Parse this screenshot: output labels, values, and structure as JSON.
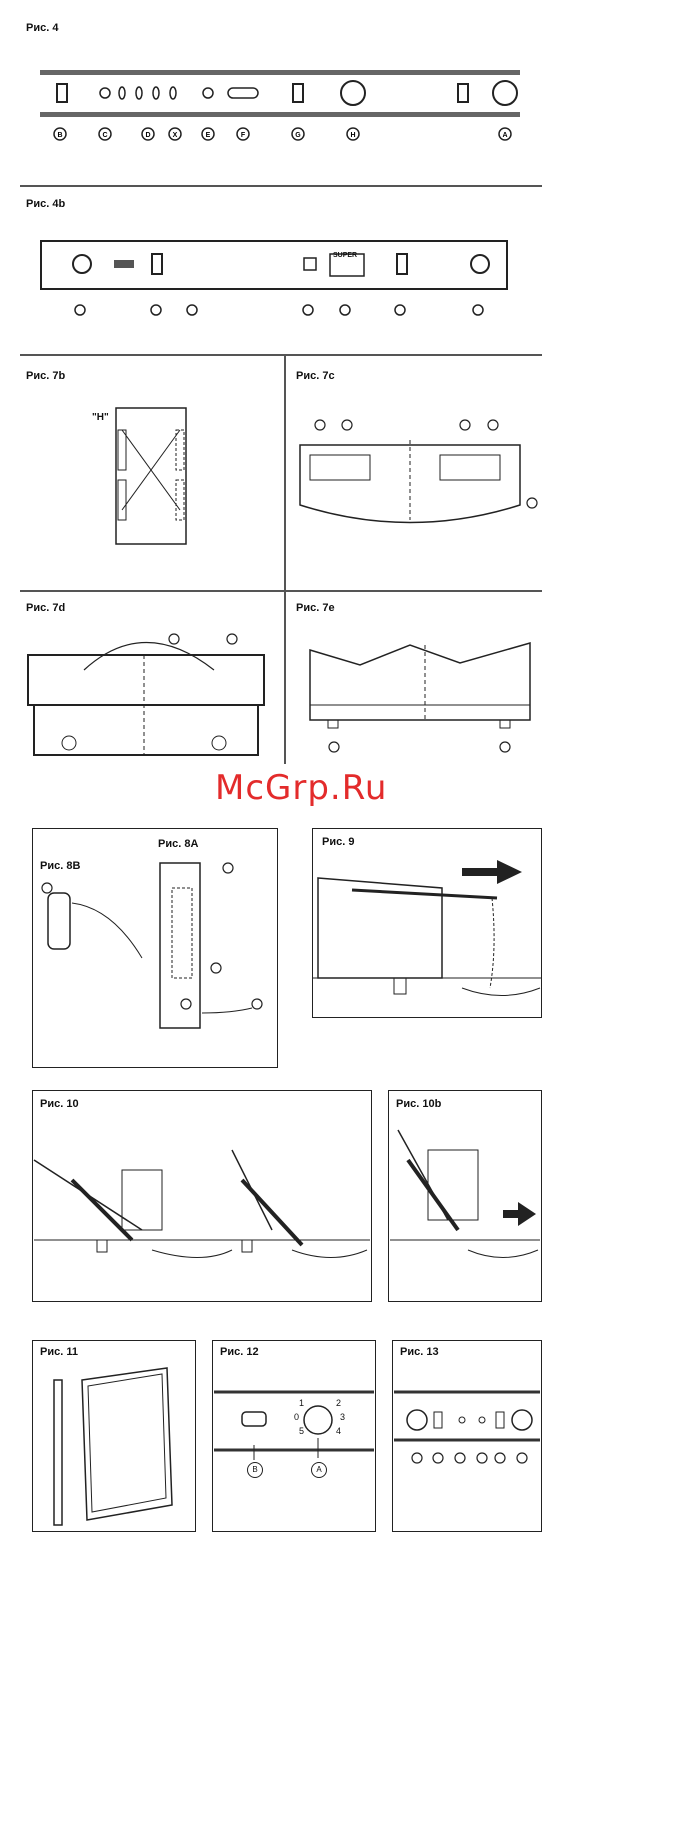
{
  "figures": {
    "fig4": {
      "label": "Рис. 4",
      "letters": [
        "B",
        "C",
        "D",
        "X",
        "E",
        "F",
        "G",
        "H",
        "A"
      ]
    },
    "fig4b": {
      "label": "Рис. 4b",
      "panel_text": "SUPER"
    },
    "fig7b": {
      "label": "Рис. 7b",
      "marker": "\"H\""
    },
    "fig7c": {
      "label": "Рис. 7c"
    },
    "fig7d": {
      "label": "Рис. 7d"
    },
    "fig7e": {
      "label": "Рис. 7e"
    },
    "fig8a": {
      "label": "Рис. 8A"
    },
    "fig8b": {
      "label": "Рис. 8B"
    },
    "fig9": {
      "label": "Рис. 9"
    },
    "fig10": {
      "label": "Рис. 10"
    },
    "fig10b": {
      "label": "Рис. 10b"
    },
    "fig11": {
      "label": "Рис. 11"
    },
    "fig12": {
      "label": "Рис. 12",
      "dial_numbers": [
        "1",
        "2",
        "0",
        "3",
        "5",
        "4"
      ],
      "letters": [
        "B",
        "A"
      ]
    },
    "fig13": {
      "label": "Рис. 13"
    }
  },
  "watermark": "McGrp.Ru"
}
